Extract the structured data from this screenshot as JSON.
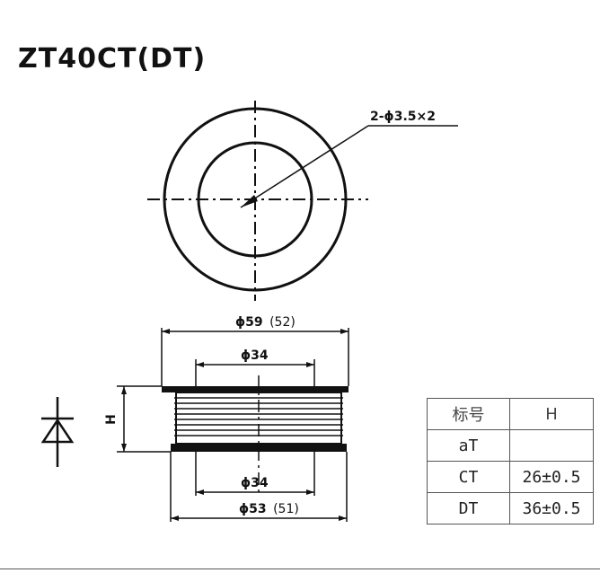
{
  "title": "ZT40CT(DT)",
  "top_view": {
    "hole_label": "2-ϕ3.5×2"
  },
  "side_view": {
    "outer_top_label": "ϕ59",
    "outer_top_alt": "(52)",
    "inner_top_label": "ϕ34",
    "inner_bottom_label": "ϕ34",
    "outer_bottom_label": "ϕ53",
    "outer_bottom_alt": "(51)",
    "height_label": "H"
  },
  "table": {
    "headers": [
      "标号",
      "H"
    ],
    "rows": [
      [
        "aT",
        ""
      ],
      [
        "CT",
        "26±0.5"
      ],
      [
        "DT",
        "36±0.5"
      ]
    ]
  }
}
